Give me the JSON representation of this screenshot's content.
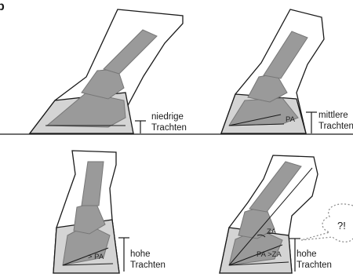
{
  "panel_letter": "b",
  "panels": {
    "top_left": {
      "label_line1": "niedrige",
      "label_line2": "Trachten"
    },
    "top_right": {
      "angle_label": "PA",
      "label_line1": "mittlere",
      "label_line2": "Trachten"
    },
    "bottom_left": {
      "angle_label": "> PA",
      "label_line1": "hohe",
      "label_line2": "Trachten"
    },
    "bottom_right": {
      "upper_angle_label": "ZA",
      "lower_angle_label": "PA >ZA",
      "speech_bubble": "?!",
      "label_line1": "hohe",
      "label_line2": "Trachten"
    }
  },
  "colors": {
    "line": "#1a1a1a",
    "bone": "#9a9a9a",
    "sole": "#d4d4d4"
  }
}
